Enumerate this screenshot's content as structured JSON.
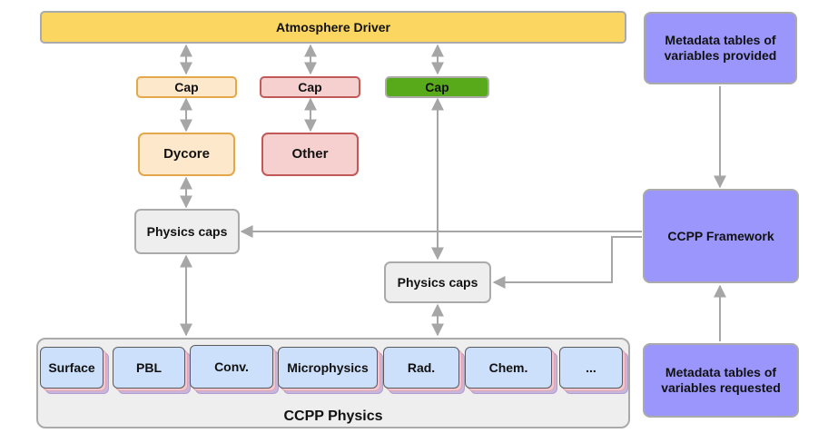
{
  "driver": {
    "label": "Atmosphere Driver"
  },
  "caps": [
    {
      "label": "Cap"
    },
    {
      "label": "Cap"
    },
    {
      "label": "Cap"
    }
  ],
  "components": {
    "dycore": "Dycore",
    "other": "Other"
  },
  "physics_caps": [
    {
      "label": "Physics caps"
    },
    {
      "label": "Physics caps"
    }
  ],
  "framework": {
    "label": "CCPP Framework",
    "metadata_provided": "Metadata tables of variables provided",
    "metadata_requested": "Metadata tables of variables requested"
  },
  "physics": {
    "title": "CCPP Physics",
    "modules": [
      "Surface",
      "PBL",
      "Conv.",
      "Microphysics",
      "Rad.",
      "Chem.",
      "..."
    ]
  },
  "colors": {
    "driver": "#fbd660",
    "cap_orange": "#fde8cc",
    "cap_red": "#f6cfcf",
    "cap_green": "#58aa1a",
    "framework": "#9b96fb",
    "physics_bg": "#eeeeee",
    "module": "#cde0fb",
    "connector": "#a6a6a6"
  }
}
